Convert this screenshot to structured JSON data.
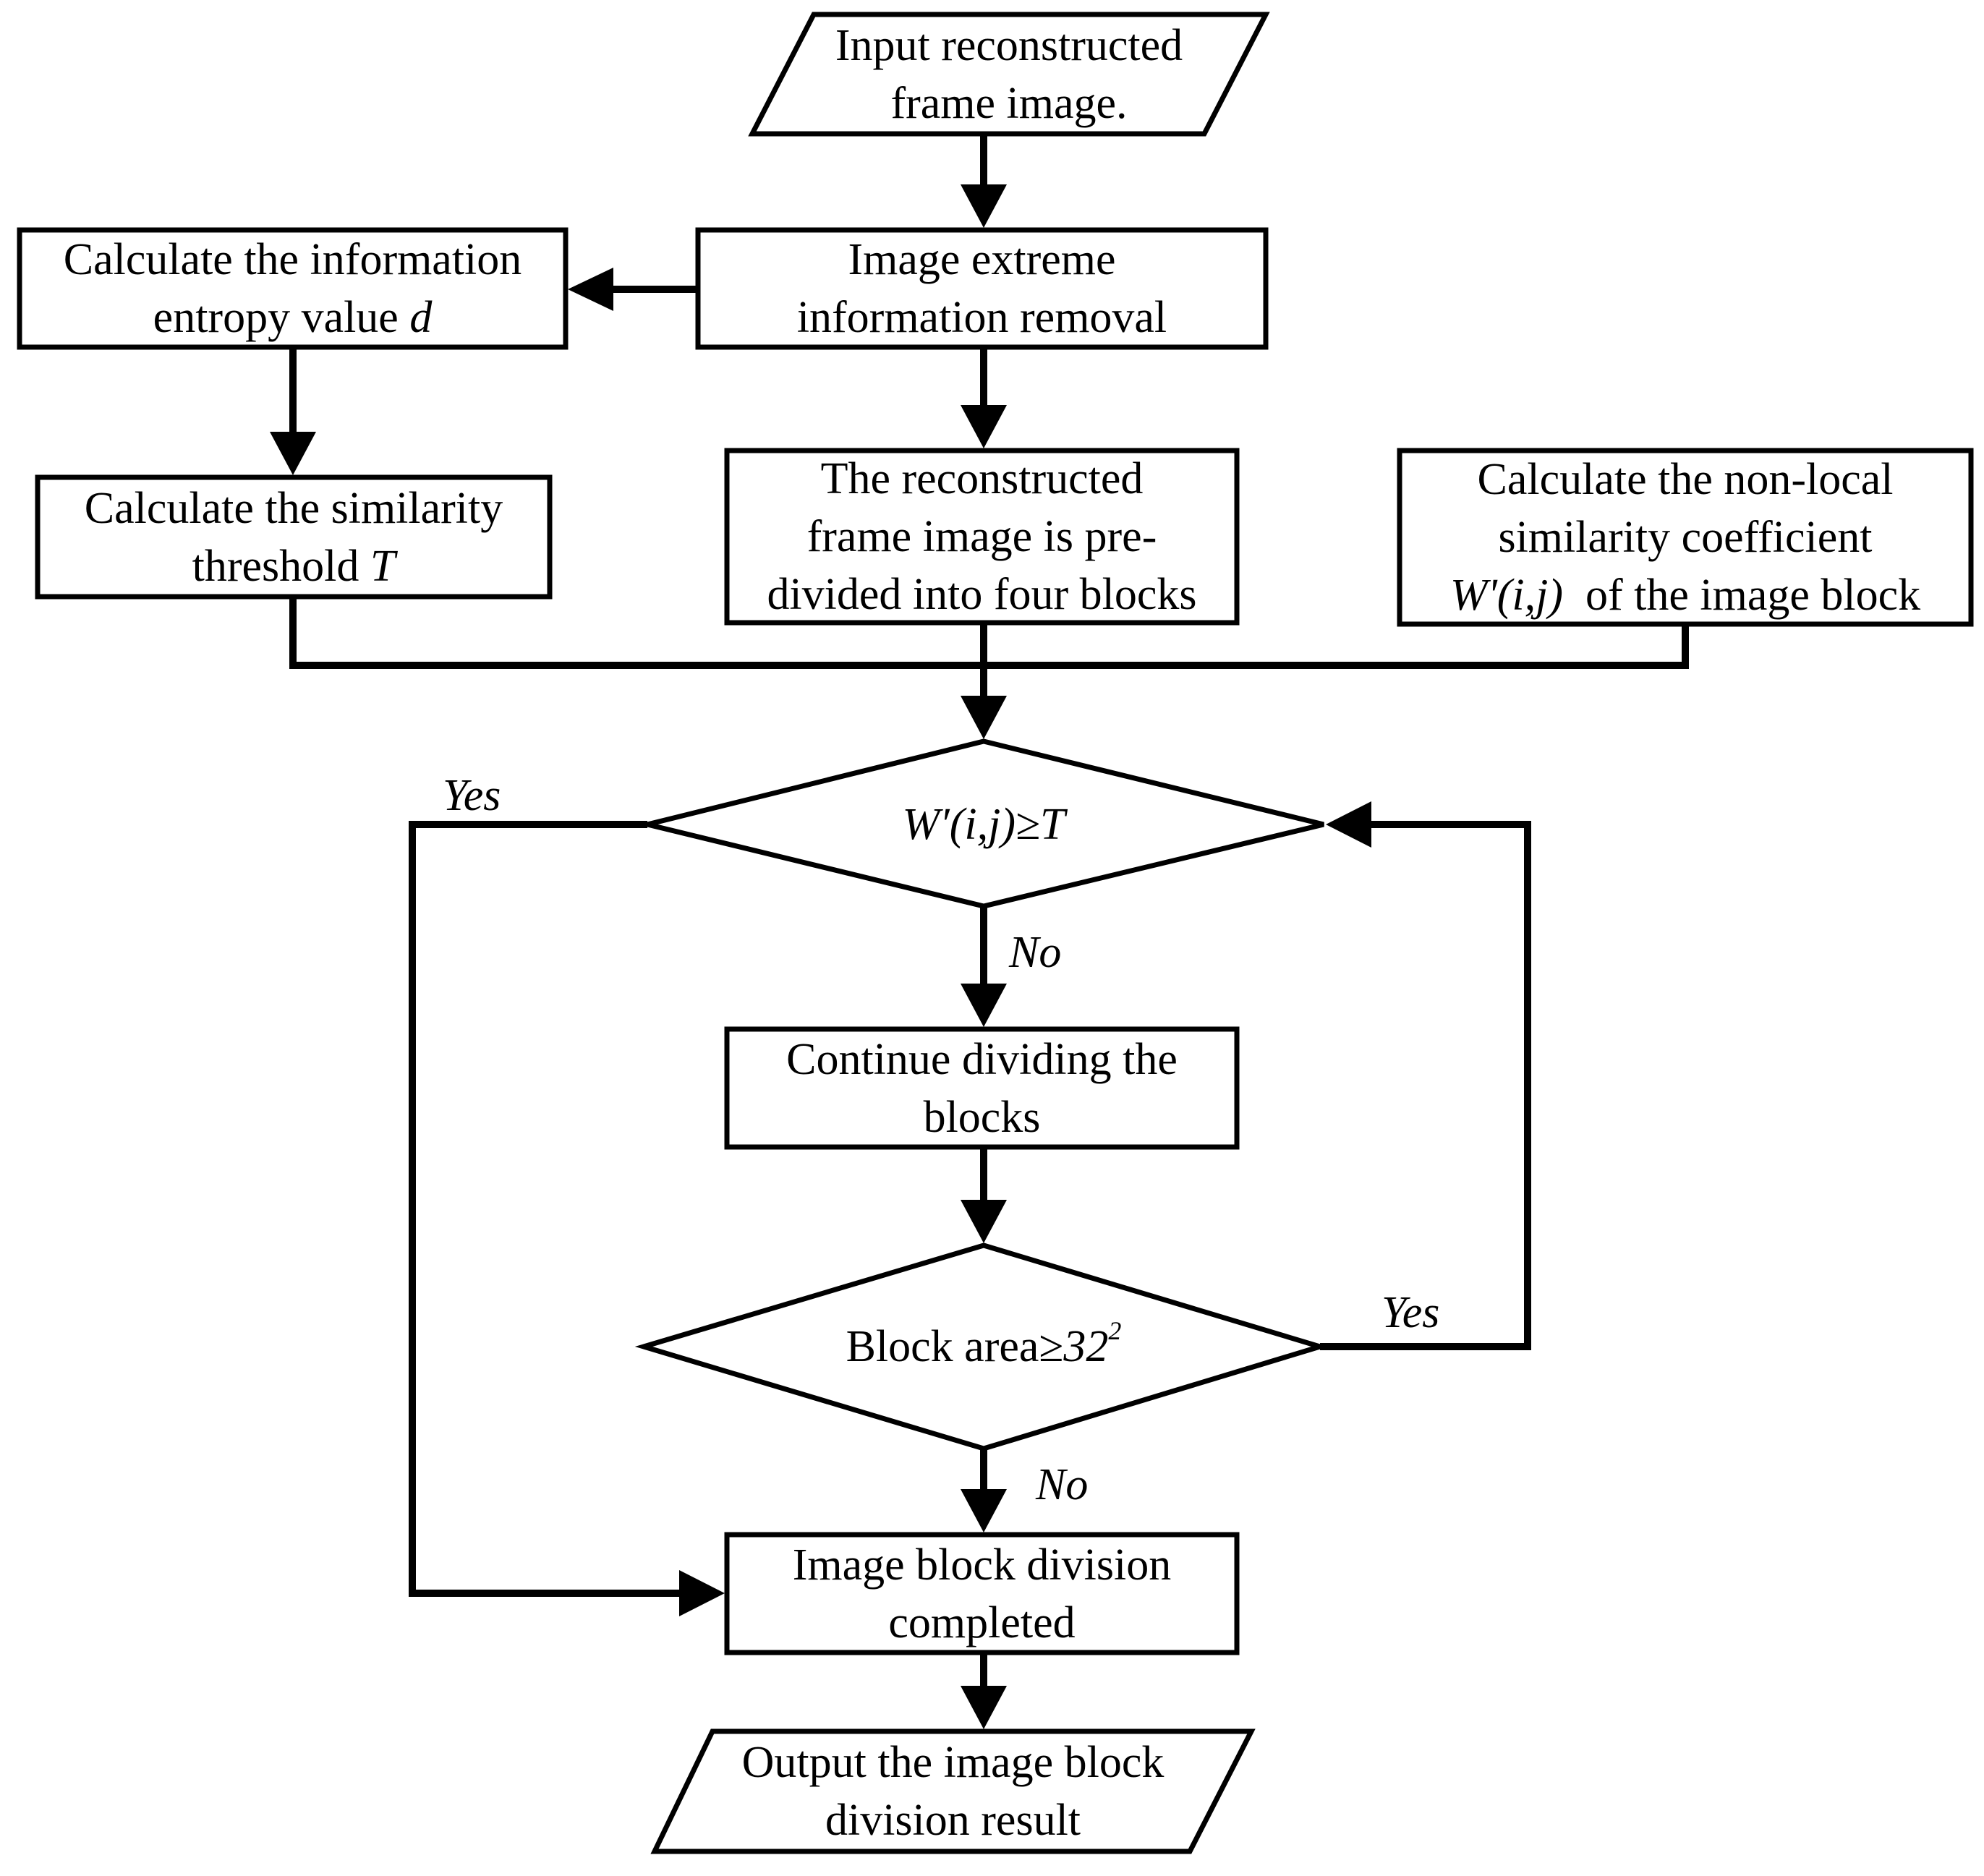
{
  "nodes": {
    "input": {
      "line1": "Input reconstructed",
      "line2": "frame image."
    },
    "removal": {
      "line1": "Image extreme",
      "line2": "information removal"
    },
    "entropy": {
      "line1": "Calculate the information",
      "line2_text": "entropy value ",
      "line2_var": "d"
    },
    "threshold": {
      "line1": "Calculate the similarity",
      "line2_text": "threshold ",
      "line2_var": "T"
    },
    "predivide": {
      "line1": "The reconstructed",
      "line2": "frame image is pre-",
      "line3": "divided into four blocks"
    },
    "nonlocal": {
      "line1": "Calculate the non-local",
      "line2": "similarity coefficient",
      "line3_var": "W'(i,j)",
      "line3_text": "  of the image block"
    },
    "decision1": {
      "label": "W′(i,j)≥T"
    },
    "continue": {
      "line1": "Continue dividing the",
      "line2": "blocks"
    },
    "decision2": {
      "label_text": "Block area≥",
      "label_var": "32",
      "label_sup": "2"
    },
    "completed": {
      "line1": "Image block division",
      "line2": "completed"
    },
    "output": {
      "line1": "Output the image block",
      "line2": "division result"
    }
  },
  "edge_labels": {
    "d1_yes": "Yes",
    "d1_no": "No",
    "d2_yes": "Yes",
    "d2_no": "No"
  },
  "colors": {
    "stroke": "#000000",
    "fill": "#ffffff"
  }
}
